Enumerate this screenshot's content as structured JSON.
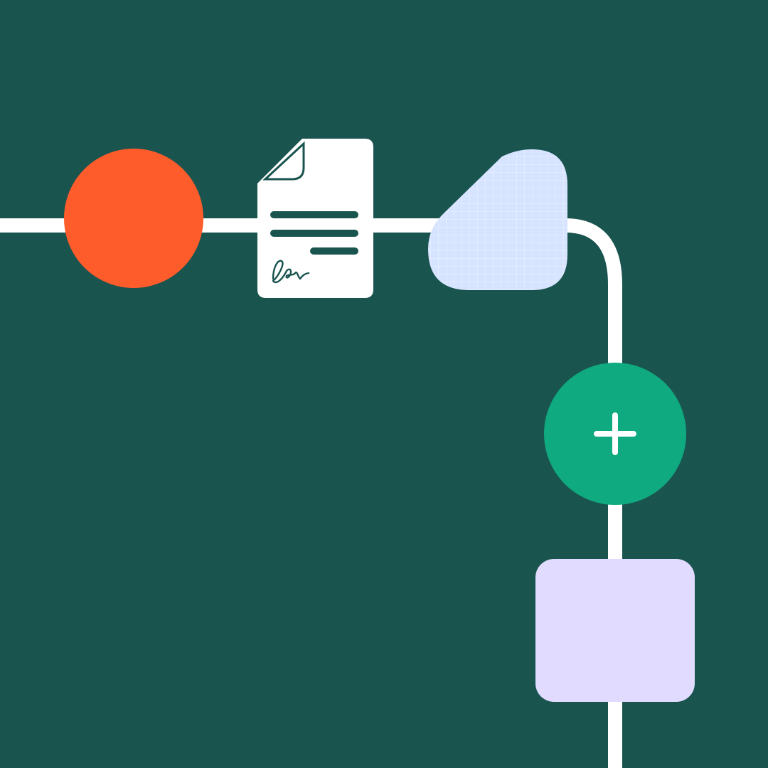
{
  "colors": {
    "background": "#1A544F",
    "connector": "#FFFFFF",
    "start_node": "#FF5C2B",
    "document": "#FFFFFF",
    "document_ink": "#1A544F",
    "grid_shape": "#D6E4FF",
    "grid_lines": "#FFFFFF",
    "add_node": "#0FAA7F",
    "add_icon": "#FFFFFF",
    "end_node": "#E1DBFF"
  },
  "flow": {
    "nodes": [
      {
        "kind": "start-node",
        "shape": "circle"
      },
      {
        "kind": "document-node",
        "icon": "signed-document-icon"
      },
      {
        "kind": "grid-node",
        "shape": "rounded-triangle"
      },
      {
        "kind": "add-step-node",
        "icon": "plus-icon"
      },
      {
        "kind": "end-node",
        "shape": "rounded-square"
      }
    ]
  }
}
